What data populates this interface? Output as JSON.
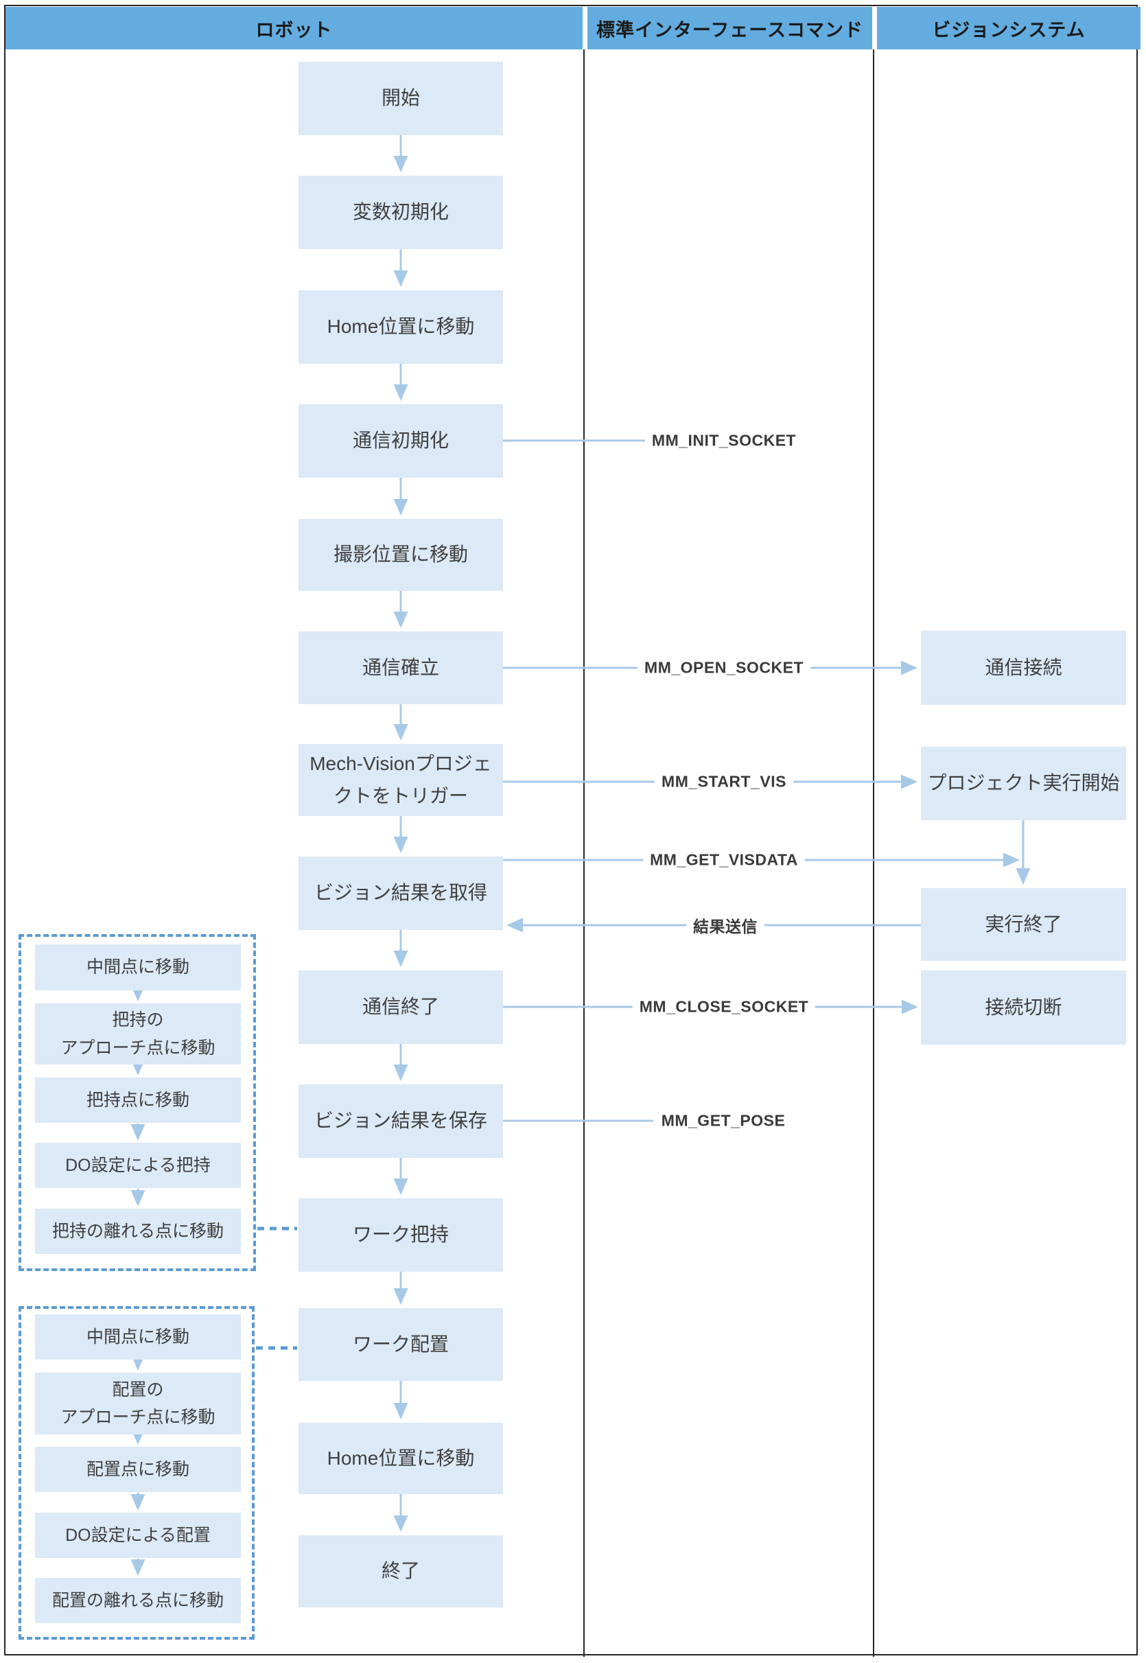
{
  "header": {
    "columns": [
      {
        "label": "ロボット"
      },
      {
        "label": "標準インターフェースコマンド"
      },
      {
        "label": "ビジョンシステム"
      }
    ]
  },
  "robot": {
    "steps": [
      {
        "label": "開始"
      },
      {
        "label": "変数初期化"
      },
      {
        "label": "Home位置に移動"
      },
      {
        "label": "通信初期化"
      },
      {
        "label": "撮影位置に移動"
      },
      {
        "label": "通信確立"
      },
      {
        "label": "Mech-Visionプロジェ\nクトをトリガー"
      },
      {
        "label": "ビジョン結果を取得"
      },
      {
        "label": "通信終了"
      },
      {
        "label": "ビジョン結果を保存"
      },
      {
        "label": "ワーク把持"
      },
      {
        "label": "ワーク配置"
      },
      {
        "label": "Home位置に移動"
      },
      {
        "label": "終了"
      }
    ]
  },
  "vision": {
    "steps": [
      {
        "label": "通信接続"
      },
      {
        "label": "プロジェクト実行開始"
      },
      {
        "label": "実行終了"
      },
      {
        "label": "接続切断"
      }
    ]
  },
  "commands": {
    "items": [
      {
        "label": "MM_INIT_SOCKET"
      },
      {
        "label": "MM_OPEN_SOCKET"
      },
      {
        "label": "MM_START_VIS"
      },
      {
        "label": "MM_GET_VISDATA"
      },
      {
        "label": "結果送信"
      },
      {
        "label": "MM_CLOSE_SOCKET"
      },
      {
        "label": "MM_GET_POSE"
      }
    ]
  },
  "grasp_group": {
    "steps": [
      {
        "label": "中間点に移動"
      },
      {
        "label": "把持の\nアプローチ点に移動"
      },
      {
        "label": "把持点に移動"
      },
      {
        "label": "DO設定による把持"
      },
      {
        "label": "把持の離れる点に移動"
      }
    ]
  },
  "place_group": {
    "steps": [
      {
        "label": "中間点に移動"
      },
      {
        "label": "配置の\nアプローチ点に移動"
      },
      {
        "label": "配置点に移動"
      },
      {
        "label": "DO設定による配置"
      },
      {
        "label": "配置の離れる点に移動"
      }
    ]
  },
  "colors": {
    "header_fill": "#63acdf",
    "box_fill": "#dce9f6",
    "arrow": "#a7c9e8",
    "dashed_border": "#5b9bd5",
    "box_text": "#3f3f3f",
    "command_text": "#3a3a3a",
    "frame_line": "#252525"
  }
}
